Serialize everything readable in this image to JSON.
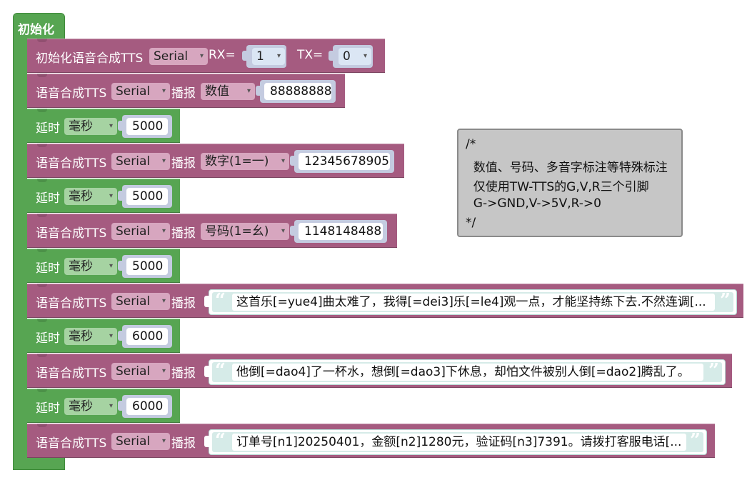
{
  "init": {
    "label": "初始化"
  },
  "common": {
    "tts_label": "语音合成TTS",
    "serial": "Serial",
    "broadcast": "播报",
    "delay": "延时",
    "unit": "毫秒"
  },
  "init_block": {
    "label": "初始化语音合成TTS",
    "rx_label": "RX=",
    "rx_value": "1",
    "tx_label": "TX=",
    "tx_value": "0"
  },
  "blocks": [
    {
      "mode": "数值",
      "value": "88888888"
    },
    {
      "delay": "5000"
    },
    {
      "mode": "数字(1=一)",
      "value": "12345678905"
    },
    {
      "delay": "5000"
    },
    {
      "mode": "号码(1=幺)",
      "value": "1148148488"
    },
    {
      "delay": "5000"
    },
    {
      "text": "这首乐[=yue4]曲太难了，我得[=dei3]乐[=le4]观一点，才能坚持练下去.不然连调[..."
    },
    {
      "delay": "6000"
    },
    {
      "text": "他倒[=dao4]了一杯水，想倒[=dao3]下休息，却怕文件被别人倒[=dao2]腾乱了。"
    },
    {
      "delay": "6000"
    },
    {
      "text": "订单号[n1]20250401，金额[n2]1280元，验证码[n3]7391。请拨打客服电话[..."
    }
  ],
  "comment": {
    "lines": [
      "/*",
      "  数值、号码、多音字标注等特殊标注",
      "  仅使用TW-TTS的G,V,R三个引脚",
      "  G->GND,V->5V,R->0",
      "*/"
    ]
  },
  "colors": {
    "tts": "#a55b80",
    "control": "#57a552",
    "comment": "#c6c6c6"
  },
  "icons": {
    "dropdown": "▾",
    "quote_open": "“",
    "quote_close": "”"
  }
}
